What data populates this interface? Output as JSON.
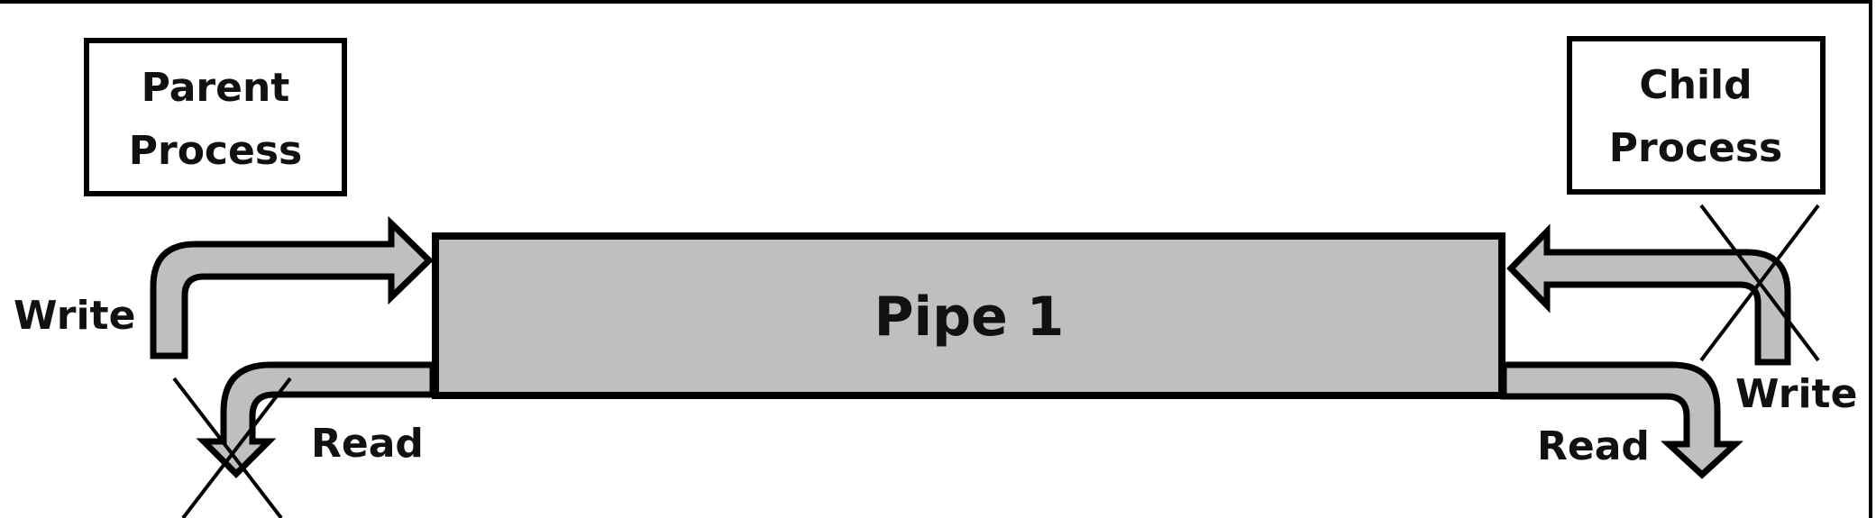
{
  "diagram": {
    "colors": {
      "stroke": "#000000",
      "pipe_fill": "#BFBFBF",
      "arrow_fill": "#BFBFBF",
      "box_fill": "#FFFFFF",
      "background": "#FFFFFF"
    },
    "parent_process": {
      "line1": "Parent",
      "line2": "Process"
    },
    "child_process": {
      "line1": "Child",
      "line2": "Process"
    },
    "pipe": {
      "label": "Pipe 1"
    },
    "left_side": {
      "write_label": "Write",
      "read_label": "Read",
      "read_crossed_out": true,
      "write_crossed_out": false
    },
    "right_side": {
      "write_label": "Write",
      "read_label": "Read",
      "write_crossed_out": true,
      "read_crossed_out": false
    }
  }
}
